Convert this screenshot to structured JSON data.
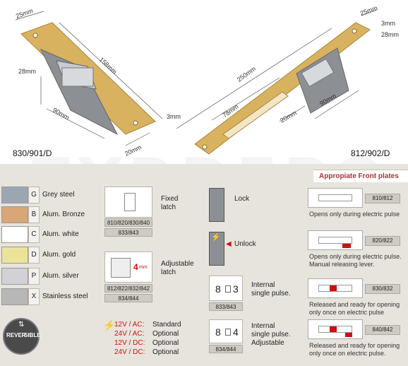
{
  "top": {
    "left_model": "830/901/D",
    "right_model": "812/902/D",
    "left_dims": {
      "w25": "25mm",
      "len": "158mm",
      "h28": "28mm",
      "d90": "90mm",
      "t3": "3mm",
      "d20": "20mm"
    },
    "right_dims": {
      "w25": "25mm",
      "t3": "3mm",
      "h28": "28mm",
      "len": "250mm",
      "slot": "78mm",
      "d90": "90mm",
      "d20": "20mm"
    },
    "watermark": "ZYRDEPO"
  },
  "front_plates_title": "Appropiate Front plates",
  "finishes": [
    {
      "code": "G",
      "name": "Grey steel",
      "color": "#9aa7b3"
    },
    {
      "code": "B",
      "name": "Alum. Bronze",
      "color": "#d9a678"
    },
    {
      "code": "C",
      "name": "Alum. white",
      "color": "#ffffff"
    },
    {
      "code": "D",
      "name": "Alum. gold",
      "color": "#ece39a"
    },
    {
      "code": "P",
      "name": "Alum. silver",
      "color": "#d2d2d6"
    },
    {
      "code": "X",
      "name": "Stainless steel",
      "color": "#b7b7b7"
    }
  ],
  "reversible": {
    "left": "REVER",
    "right": "SIBLE"
  },
  "latch": {
    "fixed": {
      "label_line1": "Fixed",
      "label_line2": "latch",
      "codes": "810/820/830/840",
      "pulse_codes": "833/843"
    },
    "adjustable": {
      "label_line1": "Adjustable",
      "label_line2": "latch",
      "codes": "812/822/832/842",
      "pulse_codes": "834/844",
      "mm": "4",
      "mm_unit": "mm"
    }
  },
  "lock": {
    "label": "Lock"
  },
  "unlock": {
    "label": "Unlock"
  },
  "internal": {
    "single": {
      "a": "8",
      "b": "3",
      "code": "833/843",
      "line1": "Internal",
      "line2": "single pulse."
    },
    "adjustable": {
      "a": "8",
      "b": "4",
      "code": "834/844",
      "line1": "Internal",
      "line2": "single pulse.",
      "line3": "Adjustable"
    }
  },
  "voltages": [
    {
      "v": "12V / AC:",
      "t": "Standard"
    },
    {
      "v": "24V / AC:",
      "t": "Optional"
    },
    {
      "v": "12V / DC:",
      "t": "Optional"
    },
    {
      "v": "24V / DC:",
      "t": "Optional"
    }
  ],
  "plates": [
    {
      "code": "810/812",
      "note1": "Opens only during electric pulse",
      "note2": ""
    },
    {
      "code": "820/822",
      "note1": "Opens only during electric pulse.",
      "note2": "Manual releasing lever."
    },
    {
      "code": "830/832",
      "note1": "Released and ready for opening",
      "note2": "only once on electric pulse"
    },
    {
      "code": "840/842",
      "note1": "Released and ready for opening",
      "note2": "only once on electric pulse."
    }
  ],
  "colors": {
    "brass": "#d8b25f",
    "brass_dark": "#b8933f",
    "body": "#8c8f94",
    "accent_red": "#cc1111"
  }
}
